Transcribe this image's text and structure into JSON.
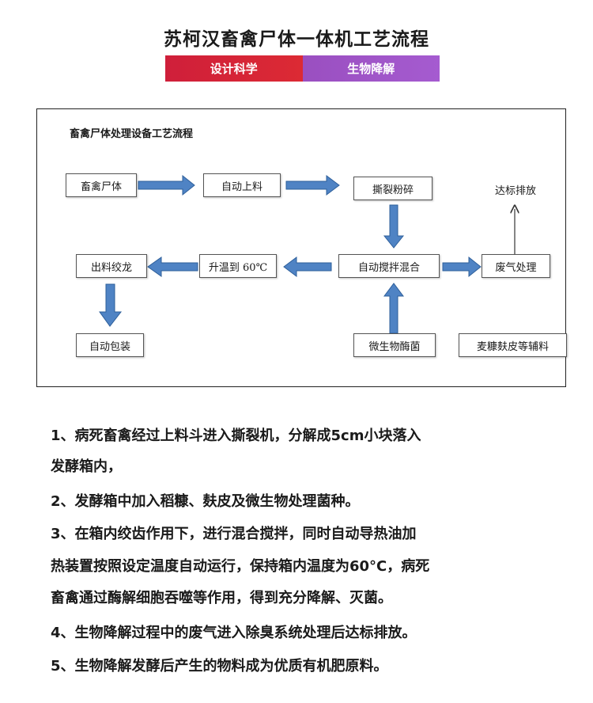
{
  "header": {
    "title": "苏柯汉畜禽尸体一体机工艺流程",
    "tags": [
      "设计科学",
      "生物降解"
    ]
  },
  "diagram": {
    "title": "畜禽尸体处理设备工艺流程",
    "nodes": {
      "n1": "畜禽尸体",
      "n2": "自动上料",
      "n3": "撕裂粉碎",
      "n4": "达标排放",
      "n5": "出料绞龙",
      "n6": "升温到 60℃",
      "n7": "自动搅拌混合",
      "n8": "废气处理",
      "n9": "自动包装",
      "n10": "微生物酶菌",
      "n11": "麦糠麸皮等辅料"
    },
    "colors": {
      "arrow_fill": "#4f83c4",
      "arrow_stroke": "#2e5f9a",
      "line": "#333333"
    }
  },
  "description": {
    "lines": [
      "1、病死畜禽经过上料斗进入撕裂机，分解成5cm小块落入",
      "发酵箱内，",
      "2、发酵箱中加入稻糠、麸皮及微生物处理菌种。",
      "3、在箱内绞齿作用下，进行混合搅拌，同时自动导热油加",
      "热装置按照设定温度自动运行，保持箱内温度为60°C，病死",
      "畜禽通过酶解细胞吞噬等作用，得到充分降解、灭菌。",
      "4、生物降解过程中的废气进入除臭系统处理后达标排放。",
      "5、生物降解发酵后产生的物料成为优质有机肥原料。"
    ]
  }
}
